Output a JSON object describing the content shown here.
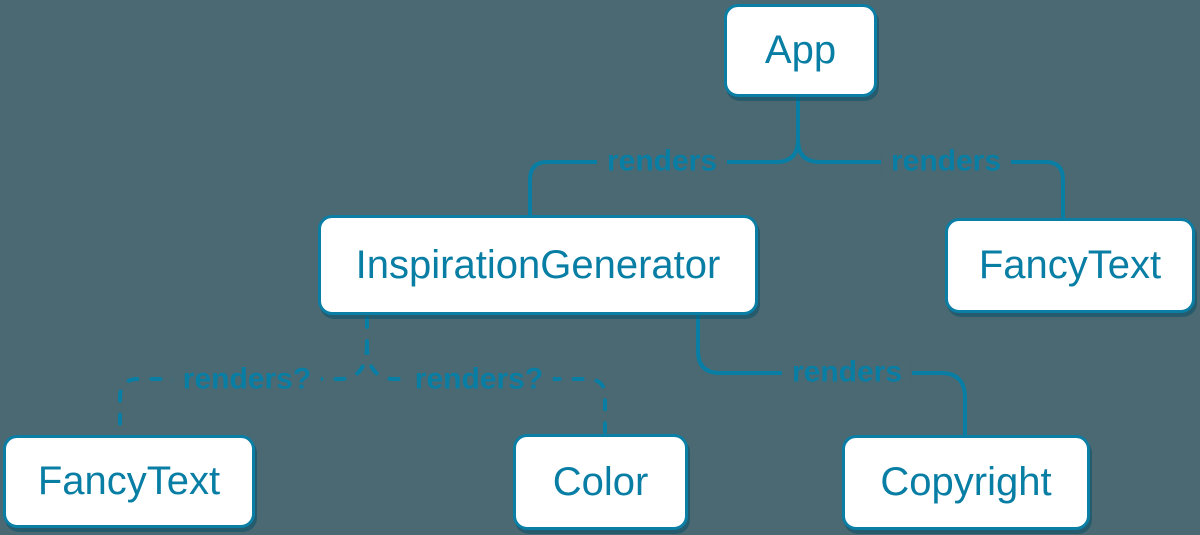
{
  "colors": {
    "background": "#4B6972",
    "accent_blue": "#087ea4",
    "node_fill": "#ffffff",
    "node_border": "#0a7ea4"
  },
  "diagram": {
    "type": "render-tree",
    "nodes": [
      {
        "id": "app",
        "label": "App"
      },
      {
        "id": "inspiration-generator",
        "label": "InspirationGenerator"
      },
      {
        "id": "fancy-text-top",
        "label": "FancyText"
      },
      {
        "id": "fancy-text-bottom",
        "label": "FancyText"
      },
      {
        "id": "color",
        "label": "Color"
      },
      {
        "id": "copyright",
        "label": "Copyright"
      }
    ],
    "edges": [
      {
        "from": "App",
        "to": "InspirationGenerator",
        "label": "renders",
        "style": "solid"
      },
      {
        "from": "App",
        "to": "FancyText",
        "label": "renders",
        "style": "solid"
      },
      {
        "from": "InspirationGenerator",
        "to": "FancyText",
        "label": "renders?",
        "style": "dashed"
      },
      {
        "from": "InspirationGenerator",
        "to": "Color",
        "label": "renders?",
        "style": "dashed"
      },
      {
        "from": "InspirationGenerator",
        "to": "Copyright",
        "label": "renders",
        "style": "solid"
      }
    ]
  }
}
